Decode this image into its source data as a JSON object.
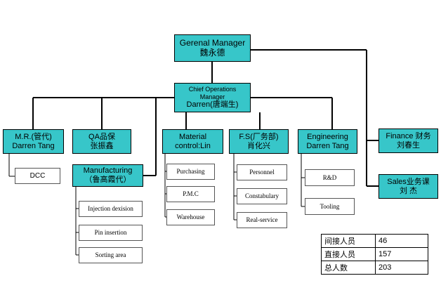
{
  "general_manager": {
    "line1": "Gerenal Manager",
    "line2": "魏永德"
  },
  "coo": {
    "line1": "Chief Operations",
    "line2": "Manager",
    "line3": "Darren(唐端生)"
  },
  "departments": {
    "mr": {
      "line1": "M.R.(管代)",
      "line2": "Darren Tang"
    },
    "qa": {
      "line1": "QA品保",
      "line2": "张振鑫"
    },
    "material": {
      "line1": "Material",
      "line2": "control:Lin"
    },
    "fs": {
      "line1": "F.S(厂务部)",
      "line2": "肖化兴"
    },
    "engineering": {
      "line1": "Engineering",
      "line2": "Darren Tang"
    },
    "finance": {
      "line1": "Finance 财务",
      "line2": "刘春生"
    },
    "sales": {
      "line1": "Sales业务课",
      "line2": "刘 杰"
    },
    "manufacturing": {
      "line1": "Manufacturing",
      "line2": "（鲁高霞代）"
    }
  },
  "sub_units": {
    "dcc": "DCC",
    "injection": "Injection dexision",
    "pin": "Pin insertion",
    "sorting": "Sorting area",
    "purchasing": "Purchasing",
    "pmc": "P.M.C",
    "warehouse": "Warehouse",
    "personnel": "Personnel",
    "constabulary": "Constabulary",
    "real_service": "Real-service",
    "rd": "R&D",
    "tooling": "Tooling"
  },
  "headcount": [
    {
      "label": "间接人员",
      "value": "46"
    },
    {
      "label": "直接人员",
      "value": "157"
    },
    {
      "label": "总人数",
      "value": "203"
    }
  ]
}
